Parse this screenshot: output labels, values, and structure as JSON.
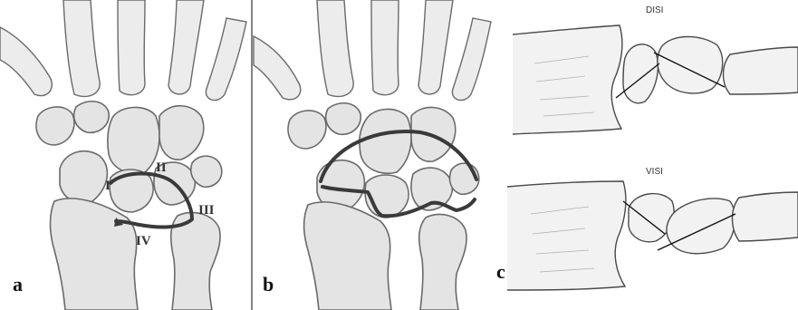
{
  "panels": {
    "a": {
      "letter": "a",
      "arc_labels": [
        "I",
        "II",
        "III",
        "IV"
      ]
    },
    "b": {
      "letter": "b"
    },
    "c": {
      "letter": "c",
      "top_label": "DISI",
      "bottom_label": "VISI"
    }
  },
  "colors": {
    "bone_fill": "#e4e4e4",
    "outline": "#6a6a6a",
    "arc_stroke": "#3a3a3a"
  }
}
